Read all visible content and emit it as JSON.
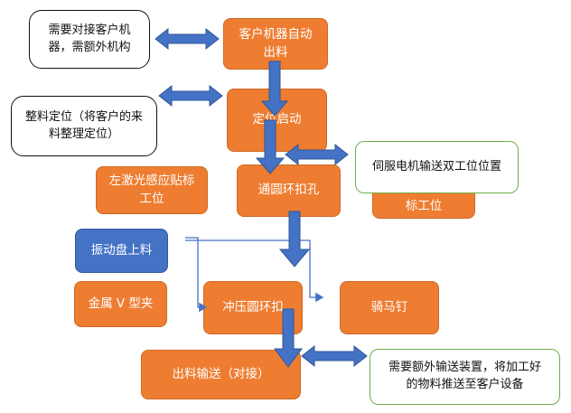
{
  "nodes": {
    "customer_auto_out": "客户机器自动\n出料",
    "need_connect": "需要对接客户机\n器，需额外机构",
    "position_start": "定位启动",
    "arrange_position": "整料定位（将客户的来\n料整理定位）",
    "servo_dual": "伺服电机输送双工位位置",
    "label_tail": "标工位",
    "left_laser": "左激光感应贴标\n工位",
    "ring_hole": "通圆环扣孔",
    "vibration_feeder": "振动盘上料",
    "metal_v_clip": "金属 V 型夹",
    "press_ring": "冲压圆环扣",
    "saddle_nail": "骑马钉",
    "output_convey": "出料输送（对接）",
    "extra_convey": "需要额外输送装置，将加工好\n的物料推送至客户设备"
  },
  "colors": {
    "process": "#ee7d31",
    "feeder": "#4472c4",
    "arrow": "#4472c4",
    "note_green": "#70ad47"
  }
}
